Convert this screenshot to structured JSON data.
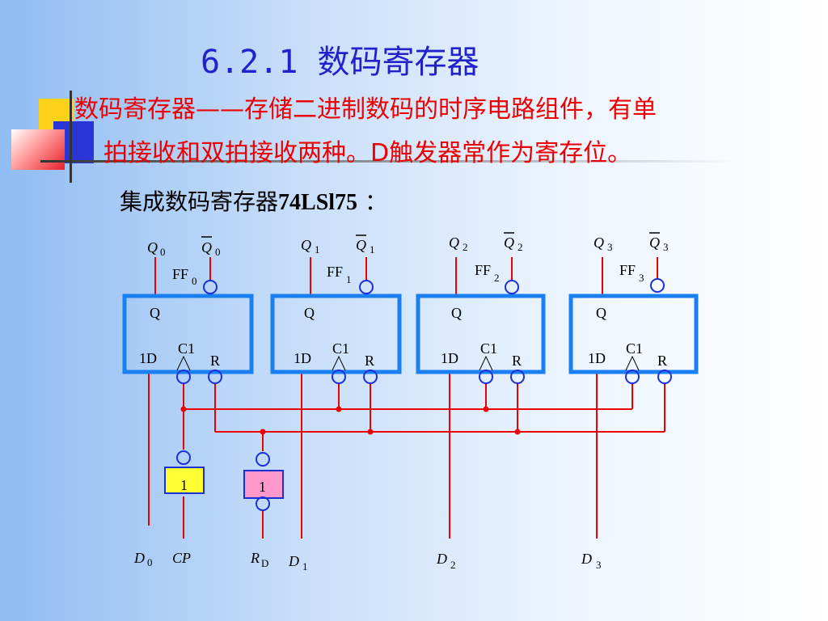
{
  "slide": {
    "title": "6.2.1  数码寄存器",
    "description_line1": "数码寄存器——存储二进制数码的时序电路组件，有单",
    "description_line2": "拍接收和双拍接收两种。D触发器常作为寄存位。",
    "subtitle_prefix": "集成数码寄存器",
    "subtitle_part": "74LSl75",
    "subtitle_suffix": " ："
  },
  "colors": {
    "accent_title": "#2222cc",
    "description_text": "#ee0000",
    "box_border": "#1a7ff0",
    "wire": "#ee0000",
    "pin_circle": "#1a2fd6",
    "gate_cp_fill": "#ffff33",
    "gate_rd_fill": "#ff99cc"
  },
  "flipflops": [
    {
      "q": "Q",
      "q_sub": "0",
      "qbar": "Q",
      "qbar_sub": "0",
      "ff": "FF",
      "ff_sub": "0",
      "q_pin": "Q",
      "d_pin": "1D",
      "clk_pin": "C1",
      "r_pin": "R"
    },
    {
      "q": "Q",
      "q_sub": "1",
      "qbar": "Q",
      "qbar_sub": "1",
      "ff": "FF",
      "ff_sub": "1",
      "q_pin": "Q",
      "d_pin": "1D",
      "clk_pin": "C1",
      "r_pin": "R"
    },
    {
      "q": "Q",
      "q_sub": "2",
      "qbar": "Q",
      "qbar_sub": "2",
      "ff": "FF",
      "ff_sub": "2",
      "q_pin": "Q",
      "d_pin": "1D",
      "clk_pin": "C1",
      "r_pin": "R"
    },
    {
      "q": "Q",
      "q_sub": "3",
      "qbar": "Q",
      "qbar_sub": "3",
      "ff": "FF",
      "ff_sub": "3",
      "q_pin": "Q",
      "d_pin": "1D",
      "clk_pin": "C1",
      "r_pin": "R"
    }
  ],
  "gates": {
    "cp_gate_label": "1",
    "rd_gate_label": "1"
  },
  "inputs": {
    "d0": "D",
    "d0_sub": "0",
    "cp": "CP",
    "rd": "R",
    "rd_sub": "D",
    "d1": "D",
    "d1_sub": "1",
    "d2": "D",
    "d2_sub": "2",
    "d3": "D",
    "d3_sub": "3"
  }
}
